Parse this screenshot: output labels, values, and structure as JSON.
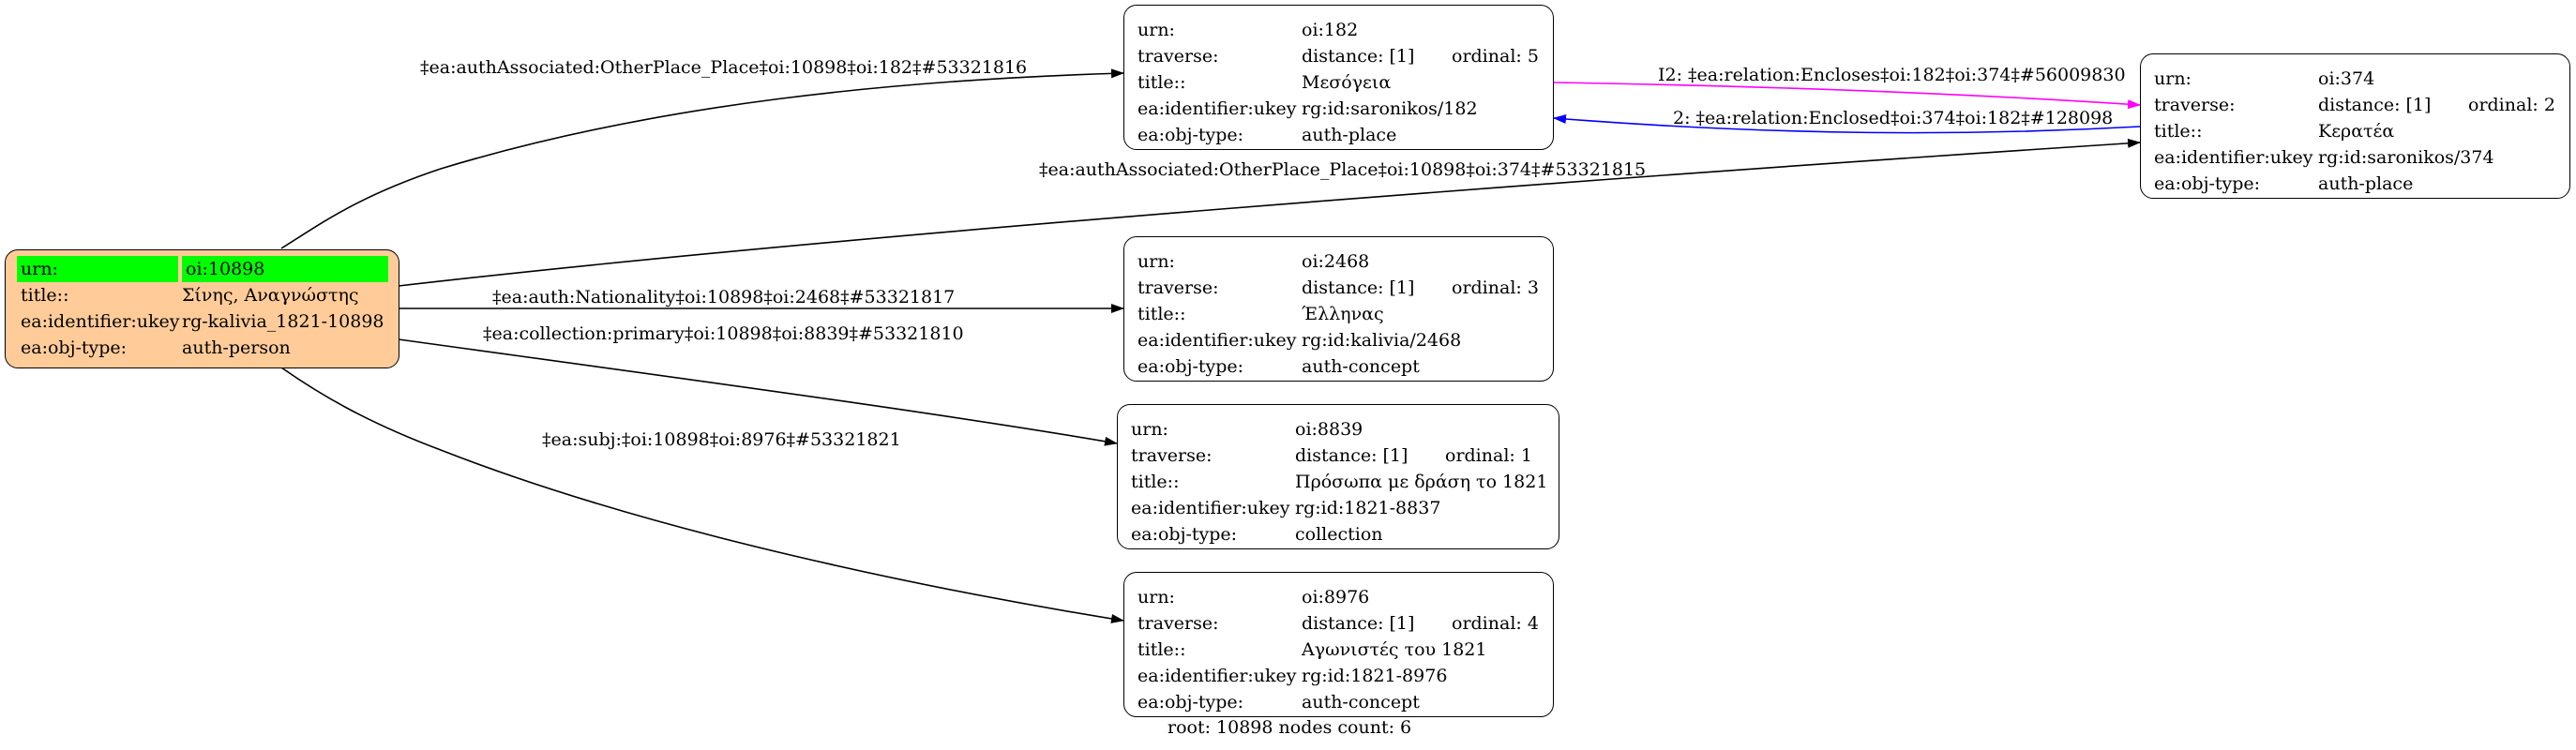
{
  "graph": {
    "root_node": {
      "urn_label": "urn:",
      "urn": "oi:10898",
      "title_label": "title::",
      "title": "Σίνης, Αναγνώστης",
      "ukey_label": "ea:identifier:ukey",
      "ukey": "rg-kalivia_1821-10898",
      "type_label": "ea:obj-type:",
      "type": "auth-person",
      "fill_color": "#ffcc99",
      "highlight_color": "#00ff00"
    },
    "nodes": [
      {
        "id": "n182",
        "urn_label": "urn:",
        "urn": "oi:182",
        "traverse_label": "traverse:",
        "distance": "distance: [1]",
        "ordinal": "ordinal: 5",
        "title_label": "title::",
        "title": "Μεσόγεια",
        "ukey_label": "ea:identifier:ukey",
        "ukey": "rg:id:saronikos/182",
        "type_label": "ea:obj-type:",
        "type": "auth-place"
      },
      {
        "id": "n374",
        "urn_label": "urn:",
        "urn": "oi:374",
        "traverse_label": "traverse:",
        "distance": "distance: [1]",
        "ordinal": "ordinal: 2",
        "title_label": "title::",
        "title": "Κερατέα",
        "ukey_label": "ea:identifier:ukey",
        "ukey": "rg:id:saronikos/374",
        "type_label": "ea:obj-type:",
        "type": "auth-place"
      },
      {
        "id": "n2468",
        "urn_label": "urn:",
        "urn": "oi:2468",
        "traverse_label": "traverse:",
        "distance": "distance: [1]",
        "ordinal": "ordinal: 3",
        "title_label": "title::",
        "title": "Έλληνας",
        "ukey_label": "ea:identifier:ukey",
        "ukey": "rg:id:kalivia/2468",
        "type_label": "ea:obj-type:",
        "type": "auth-concept"
      },
      {
        "id": "n8839",
        "urn_label": "urn:",
        "urn": "oi:8839",
        "traverse_label": "traverse:",
        "distance": "distance: [1]",
        "ordinal": "ordinal: 1",
        "title_label": "title::",
        "title": "Πρόσωπα με δράση το 1821",
        "ukey_label": "ea:identifier:ukey",
        "ukey": "rg:id:1821-8837",
        "type_label": "ea:obj-type:",
        "type": "collection"
      },
      {
        "id": "n8976",
        "urn_label": "urn:",
        "urn": "oi:8976",
        "traverse_label": "traverse:",
        "distance": "distance: [1]",
        "ordinal": "ordinal: 4",
        "title_label": "title::",
        "title": "Αγωνιστές του 1821",
        "ukey_label": "ea:identifier:ukey",
        "ukey": "rg:id:1821-8976",
        "type_label": "ea:obj-type:",
        "type": "auth-concept"
      }
    ],
    "edges": [
      {
        "id": "e182",
        "label": "‡ea:authAssociated:OtherPlace_Place‡oi:10898‡oi:182‡#53321816",
        "color": "#000000"
      },
      {
        "id": "e374",
        "label": "‡ea:authAssociated:OtherPlace_Place‡oi:10898‡oi:374‡#53321815",
        "color": "#000000"
      },
      {
        "id": "e2468",
        "label": "‡ea:auth:Nationality‡oi:10898‡oi:2468‡#53321817",
        "color": "#000000"
      },
      {
        "id": "e8839",
        "label": "‡ea:collection:primary‡oi:10898‡oi:8839‡#53321810",
        "color": "#000000"
      },
      {
        "id": "e8976",
        "label": "‡ea:subj:‡oi:10898‡oi:8976‡#53321821",
        "color": "#000000"
      },
      {
        "id": "eEncloses",
        "label": "I2: ‡ea:relation:Encloses‡oi:182‡oi:374‡#56009830",
        "color": "#ff00ff"
      },
      {
        "id": "eEnclosed",
        "label": "2: ‡ea:relation:Enclosed‡oi:374‡oi:182‡#128098",
        "color": "#0000ff"
      }
    ],
    "footer": "root: 10898 nodes count: 6"
  }
}
